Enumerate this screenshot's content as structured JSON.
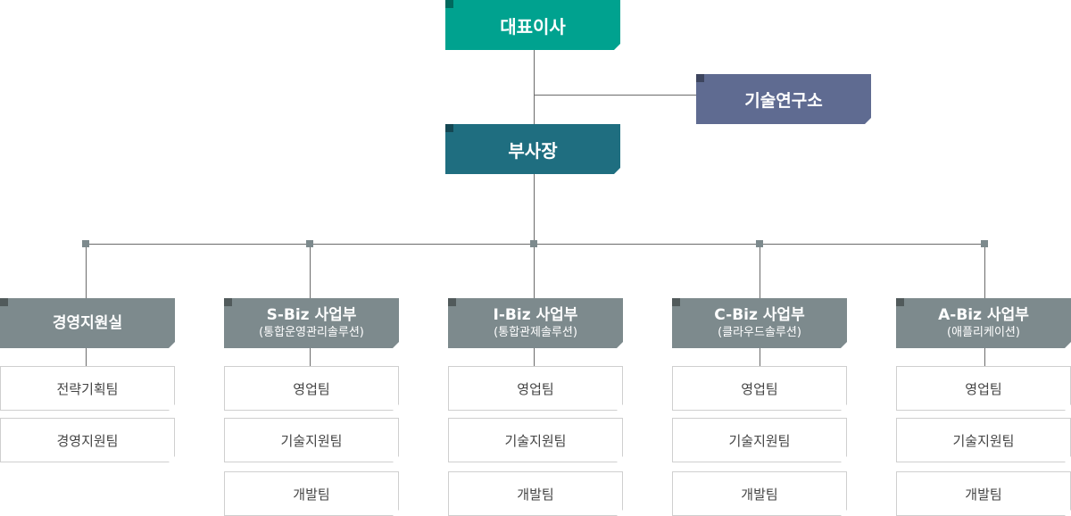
{
  "ceo": {
    "label": "대표이사",
    "color": "#00a28f"
  },
  "research_lab": {
    "label": "기술연구소",
    "color": "#5f6b91"
  },
  "vice_president": {
    "label": "부사장",
    "color": "#1f6e80"
  },
  "departments": [
    {
      "name": "경영지원실",
      "sub": "",
      "teams": [
        "전략기획팀",
        "경영지원팀"
      ]
    },
    {
      "name": "S-Biz 사업부",
      "sub": "(통합운영관리솔루션)",
      "teams": [
        "영업팀",
        "기술지원팀",
        "개발팀"
      ]
    },
    {
      "name": "I-Biz 사업부",
      "sub": "(통합관제솔루션)",
      "teams": [
        "영업팀",
        "기술지원팀",
        "개발팀"
      ]
    },
    {
      "name": "C-Biz 사업부",
      "sub": "(클라우드솔루션)",
      "teams": [
        "영업팀",
        "기술지원팀",
        "개발팀"
      ]
    },
    {
      "name": "A-Biz 사업부",
      "sub": "(애플리케이션)",
      "teams": [
        "영업팀",
        "기술지원팀",
        "개발팀"
      ]
    }
  ],
  "department_color": "#7d8a8d"
}
